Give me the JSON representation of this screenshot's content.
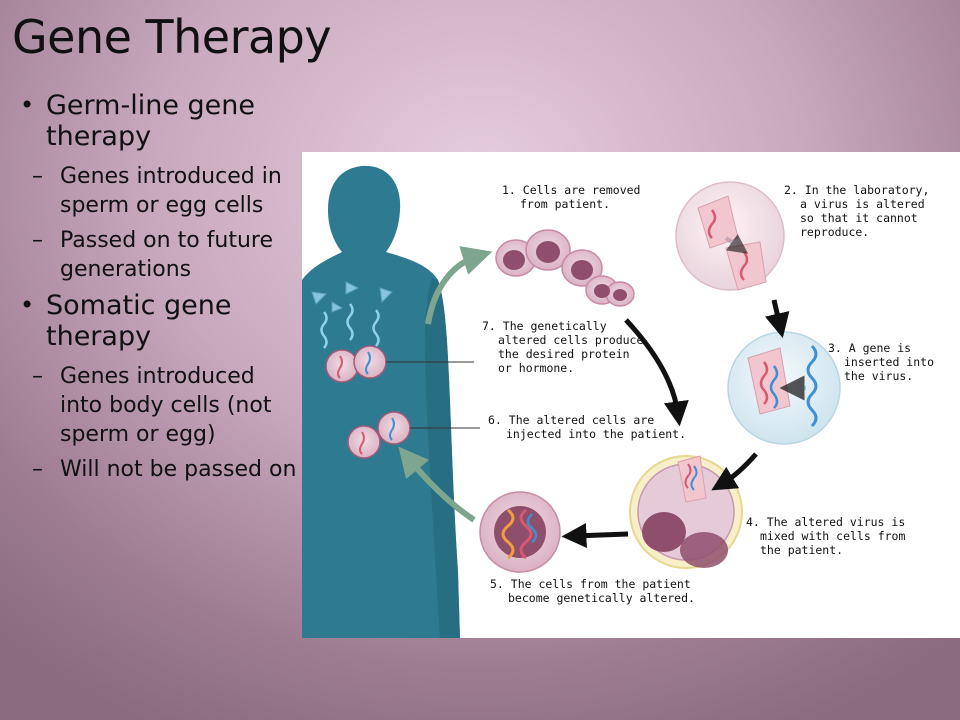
{
  "slide": {
    "title": "Gene Therapy",
    "bullets": [
      {
        "text": "Germ-line gene therapy",
        "sub": [
          "Genes introduced in sperm or egg cells",
          "Passed on to future generations"
        ]
      },
      {
        "text": "Somatic gene therapy",
        "sub": [
          "Genes introduced into body cells (not sperm or egg)",
          "Will not be passed on"
        ]
      }
    ]
  },
  "diagram": {
    "steps": [
      {
        "lines": [
          "1. Cells are removed",
          "from patient."
        ]
      },
      {
        "lines": [
          "2. In the laboratory,",
          "a virus is altered",
          "so that it cannot",
          "reproduce."
        ]
      },
      {
        "lines": [
          "3. A gene is",
          "inserted into",
          "the virus."
        ]
      },
      {
        "lines": [
          "4. The altered virus is",
          "mixed with cells from",
          "the patient."
        ]
      },
      {
        "lines": [
          "5. The cells from the patient",
          "become genetically altered."
        ]
      },
      {
        "lines": [
          "6. The altered cells are",
          "injected into the patient."
        ]
      },
      {
        "lines": [
          "7. The genetically",
          "altered cells produce",
          "the desired protein",
          "or hormone."
        ]
      }
    ],
    "colors": {
      "body": "#2e7a90",
      "cell": "#b86f8e",
      "cell_light": "#e7c9d6",
      "arrow": "#111111",
      "arrow_green": "#7ea58d"
    }
  }
}
